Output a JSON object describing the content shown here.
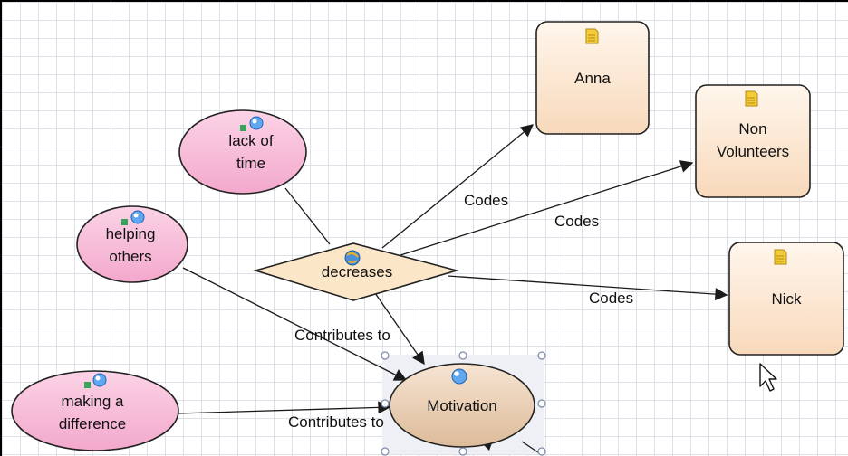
{
  "diagram": {
    "nodes": {
      "anna": {
        "kind": "document",
        "label": [
          "Anna"
        ]
      },
      "non_volunteers": {
        "kind": "document",
        "label": [
          "Non",
          "Volunteers"
        ]
      },
      "nick": {
        "kind": "document",
        "label": [
          "Nick"
        ]
      },
      "lack_of_time": {
        "kind": "code",
        "label": [
          "lack of",
          "time"
        ]
      },
      "helping_others": {
        "kind": "code",
        "label": [
          "helping",
          "others"
        ]
      },
      "making_a_difference": {
        "kind": "code",
        "label": [
          "making a",
          "difference"
        ]
      },
      "decreases": {
        "kind": "relation",
        "label": [
          "decreases"
        ]
      },
      "motivation": {
        "kind": "code",
        "label": [
          "Motivation"
        ],
        "selected": true
      }
    },
    "edges": {
      "codes_anna": "Codes",
      "codes_non_volunteers": "Codes",
      "codes_nick": "Codes",
      "contributes_helping": "Contributes to",
      "contributes_making": "Contributes to"
    }
  },
  "colors": {
    "code_fill": "#f7bfd9",
    "document_fill": "#fbe4cc",
    "relation_fill": "#fbe7c8",
    "motivation_fill": "#ecd2b8",
    "edge": "#1a1a1a"
  },
  "icons": {
    "document": "document-icon",
    "code": "code-bubble-icon",
    "relation": "globe-icon",
    "cursor": "mouse-pointer-icon"
  }
}
